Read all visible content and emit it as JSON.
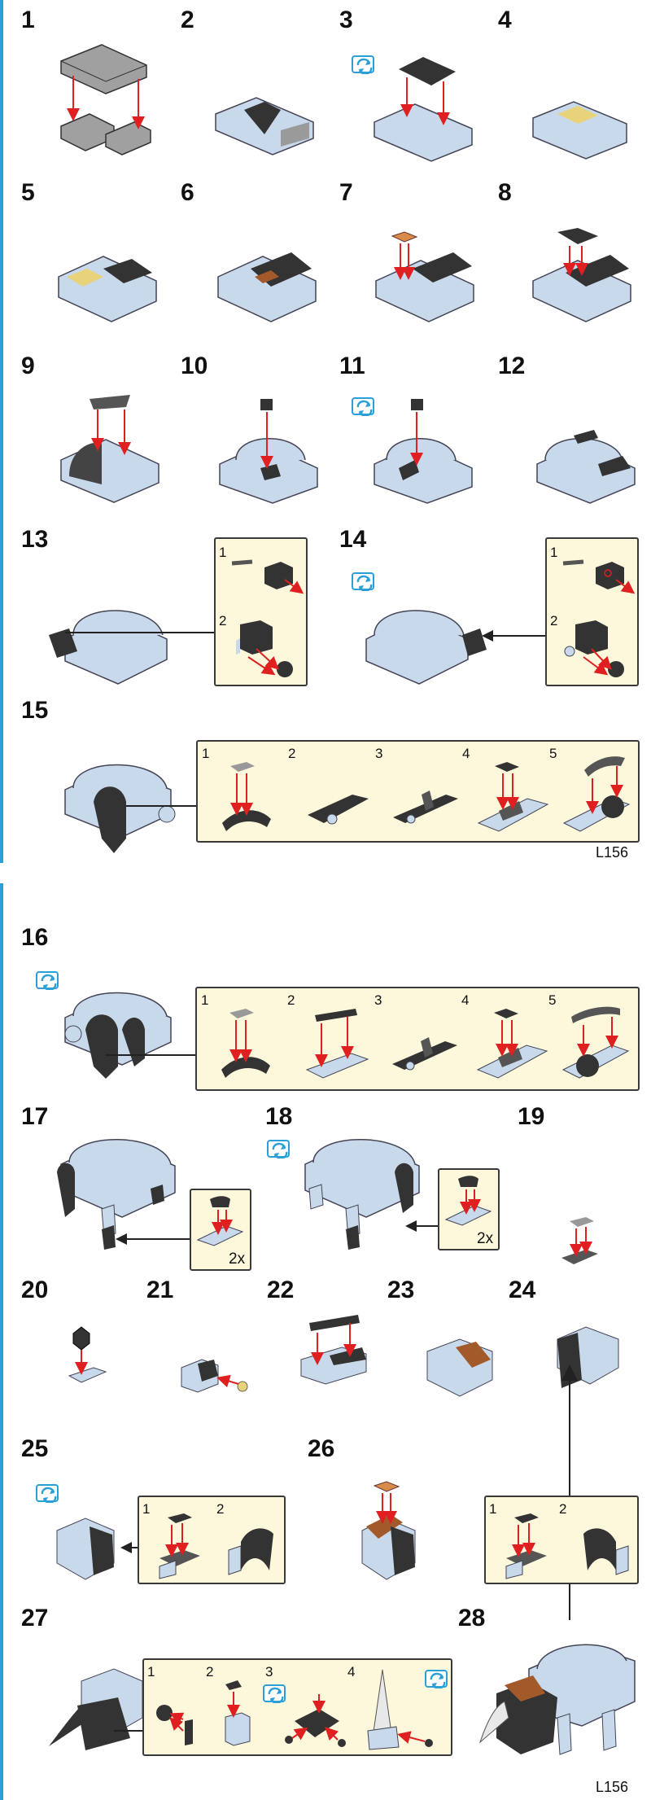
{
  "page1": {
    "steps": [
      "1",
      "2",
      "3",
      "4",
      "5",
      "6",
      "7",
      "8",
      "9",
      "10",
      "11",
      "12",
      "13",
      "14",
      "15"
    ],
    "callout13": {
      "substeps": [
        "1",
        "2"
      ]
    },
    "callout14": {
      "substeps": [
        "1",
        "2"
      ]
    },
    "callout15": {
      "substeps": [
        "1",
        "2",
        "3",
        "4",
        "5"
      ]
    },
    "page_number": "L156"
  },
  "page2": {
    "steps": [
      "16",
      "17",
      "18",
      "19",
      "20",
      "21",
      "22",
      "23",
      "24",
      "25",
      "26",
      "27",
      "28"
    ],
    "callout16": {
      "substeps": [
        "1",
        "2",
        "3",
        "4",
        "5"
      ]
    },
    "callout17": {
      "quantity": "2x"
    },
    "callout18": {
      "quantity": "2x"
    },
    "callout25": {
      "substeps": [
        "1",
        "2"
      ]
    },
    "callout26": {
      "substeps": [
        "1",
        "2"
      ]
    },
    "callout27": {
      "substeps": [
        "1",
        "2",
        "3",
        "4"
      ]
    },
    "page_number": "L156"
  },
  "icons": {
    "rotate": "rotate-model-icon"
  },
  "colors": {
    "accent_bar": "#2a9fd8",
    "callout_bg": "#fdf8dc",
    "arrow": "#e02020",
    "brick_light": "#c9d9ec",
    "brick_dark": "#3b3b3b",
    "brick_gray": "#9a9a9a"
  }
}
